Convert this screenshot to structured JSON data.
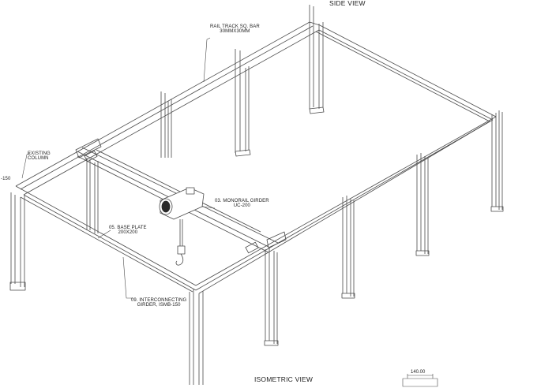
{
  "views": {
    "side_view": "SIDE VIEW",
    "isometric_view": "ISOMETRIC VIEW"
  },
  "callouts": {
    "rail_track": [
      "RAIL TRACK SQ. BAR",
      "30MMX30MM"
    ],
    "existing_column": [
      "EXISTING",
      "COLUMN"
    ],
    "column_code": "-150",
    "monorail_girder": [
      "03. MONORAIL GIRDER",
      "UC-200"
    ],
    "base_plate": [
      "05. BASE PLATE",
      "200X200"
    ],
    "interconnecting_girder": [
      "09. INTERCONNECTING",
      "GIRDER, ISMB-150"
    ]
  },
  "dimension": {
    "value": "140.00"
  },
  "colors": {
    "line": "#4a4a4a",
    "text": "#222222",
    "background": "#ffffff"
  }
}
